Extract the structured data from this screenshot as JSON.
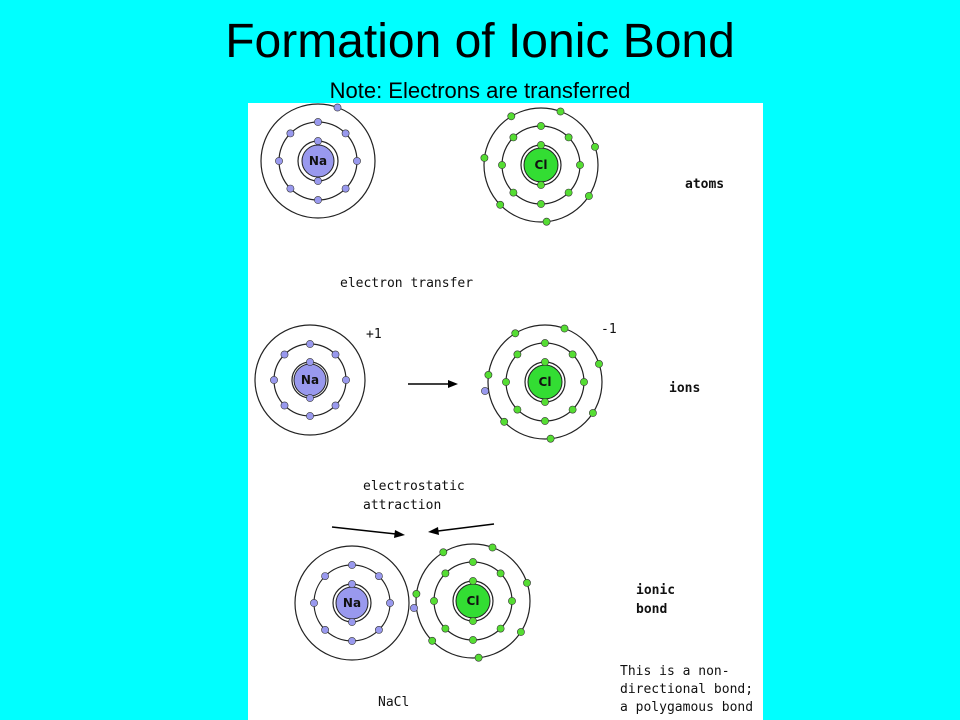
{
  "slide": {
    "title": "Formation of Ionic Bond",
    "subtitle": "Note:  Electrons are transferred"
  },
  "diagram": {
    "rows": [
      {
        "label": "atoms"
      },
      {
        "label": "ions",
        "na_charge": "+1",
        "cl_charge": "-1"
      },
      {
        "label_line1": "ionic",
        "label_line2": "bond"
      }
    ],
    "na_symbol": "Na",
    "cl_symbol": "Cl",
    "transfer_label": "electron transfer",
    "attraction_line1": "electrostatic",
    "attraction_line2": "attraction",
    "compound": "NaCl",
    "note_line1": "This is a non-",
    "note_line2": "directional bond;",
    "note_line3": "a polygamous bond",
    "colors": {
      "na_fill": "#9999EE",
      "cl_fill": "#33DD33",
      "na_electron": "#9999EE",
      "cl_electron": "#55DD33",
      "background": "#00FFFF"
    }
  }
}
